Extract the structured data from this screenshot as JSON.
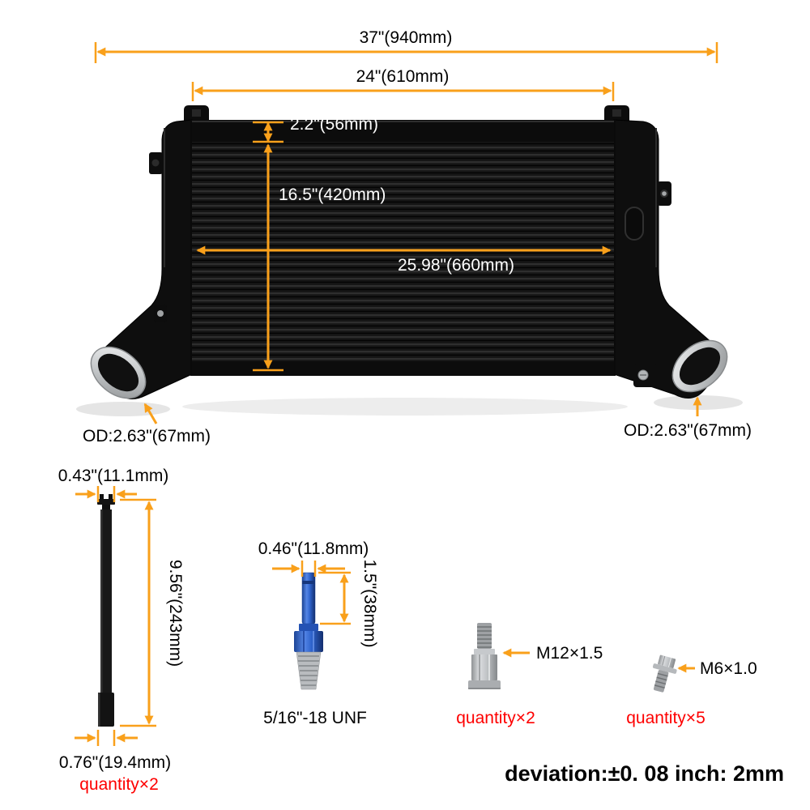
{
  "colors": {
    "dimension_orange": "#F9A01B",
    "quantity_red": "#FE0000",
    "fitting_blue": "#2B62C9"
  },
  "intercooler": {
    "dim_overall_width": "37\"(940mm)",
    "dim_mounting_width": "24\"(610mm)",
    "dim_end_tank_depth": "2.2\"(56mm)",
    "dim_core_height": "16.5\"(420mm)",
    "dim_core_width": "25.98\"(660mm)",
    "dim_outlet_left": "OD:2.63\"(67mm)",
    "dim_outlet_right": "OD:2.63\"(67mm)"
  },
  "rod": {
    "dim_top_diameter": "0.43\"(11.1mm)",
    "dim_length": "9.56\"(243mm)",
    "dim_bottom_diameter": "0.76\"(19.4mm)",
    "quantity": "quantity×2"
  },
  "fitting": {
    "dim_diameter": "0.46\"(11.8mm)",
    "dim_stem_length": "1.5\"(38mm)",
    "thread_spec": "5/16\"-18 UNF"
  },
  "bolt_m12": {
    "label": "M12×1.5",
    "quantity": "quantity×2"
  },
  "bolt_m6": {
    "label": "M6×1.0",
    "quantity": "quantity×5"
  },
  "tolerance_note": "deviation:±0. 08 inch: 2mm"
}
